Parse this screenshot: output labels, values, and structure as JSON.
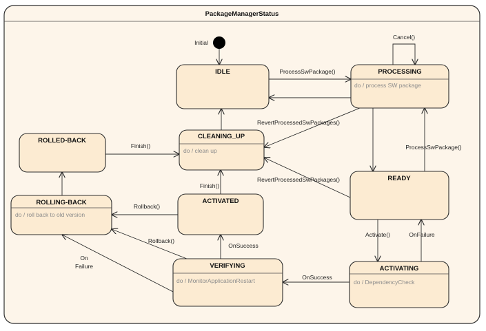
{
  "machine": {
    "title": "PackageManagerStatus"
  },
  "initial_label": "Initial",
  "states": {
    "idle": {
      "name": "IDLE"
    },
    "processing": {
      "name": "PROCESSING",
      "activity": "do / process SW package"
    },
    "cleaning_up": {
      "name": "CLEANING_UP",
      "activity": "do / clean up"
    },
    "rolled_back": {
      "name": "ROLLED-BACK"
    },
    "ready": {
      "name": "READY"
    },
    "rolling_back": {
      "name": "ROLLING-BACK",
      "activity": "do / roll back to old version"
    },
    "activated": {
      "name": "ACTIVATED"
    },
    "verifying": {
      "name": "VERIFYING",
      "activity": "do / MonitorApplicationRestart"
    },
    "activating": {
      "name": "ACTIVATING",
      "activity": "do / DependencyCheck"
    }
  },
  "transitions": {
    "cancel": "Cancel()",
    "process_sw_package_1": "ProcessSwPackage()",
    "revert_1": "RevertProcessedSwPackages()",
    "finish_rolled_back": "Finish()",
    "process_sw_package_2": "ProcessSwPackage()",
    "revert_2": "RevertProcessedSwPackages()",
    "finish_activated": "Finish()",
    "rollback_1": "Rollback()",
    "activate": "Activate()",
    "on_failure_1": "OnFailure",
    "rollback_2": "Rollback()",
    "on_success_1": "OnSuccess",
    "on_failure_2_line1": "On",
    "on_failure_2_line2": "Failure",
    "on_success_2": "OnSuccess"
  }
}
